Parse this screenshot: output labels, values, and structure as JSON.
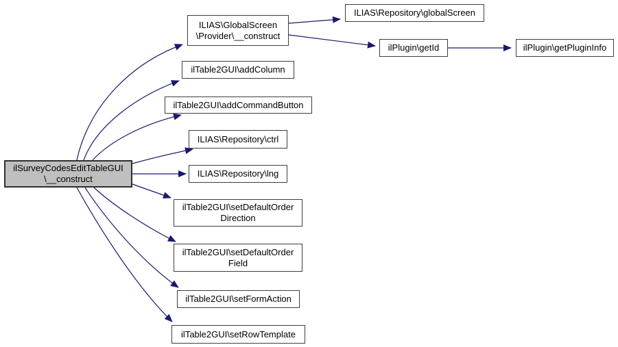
{
  "diagram": {
    "type": "call-graph",
    "colors": {
      "background": "#ffffff",
      "edge": "#191970",
      "node_border": "#3d3d3d",
      "node_fill": "#ffffff",
      "highlighted_node_fill": "#bfbfbf",
      "text": "#000000"
    },
    "nodes": [
      {
        "id": "ilsurveycodesedittablegui-construct",
        "label": "ilSurveyCodesEditTableGUI\\__construct",
        "lines": [
          "ilSurveyCodesEditTableGUI",
          "\\__construct"
        ],
        "highlighted": true
      },
      {
        "id": "ilias-globalscreen-provider-construct",
        "label": "ILIAS\\GlobalScreen\\Provider\\__construct",
        "lines": [
          "ILIAS\\GlobalScreen",
          "\\Provider\\__construct"
        ],
        "highlighted": false
      },
      {
        "id": "ilias-repository-globalscreen",
        "label": "ILIAS\\Repository\\globalScreen",
        "lines": [
          "ILIAS\\Repository\\globalScreen"
        ],
        "highlighted": false
      },
      {
        "id": "ilplugin-getid",
        "label": "ilPlugin\\getId",
        "lines": [
          "ilPlugin\\getId"
        ],
        "highlighted": false
      },
      {
        "id": "ilplugin-getplugininfo",
        "label": "ilPlugin\\getPluginInfo",
        "lines": [
          "ilPlugin\\getPluginInfo"
        ],
        "highlighted": false
      },
      {
        "id": "iltable2gui-addcolumn",
        "label": "ilTable2GUI\\addColumn",
        "lines": [
          "ilTable2GUI\\addColumn"
        ],
        "highlighted": false
      },
      {
        "id": "iltable2gui-addcommandbutton",
        "label": "ilTable2GUI\\addCommandButton",
        "lines": [
          "ilTable2GUI\\addCommandButton"
        ],
        "highlighted": false
      },
      {
        "id": "ilias-repository-ctrl",
        "label": "ILIAS\\Repository\\ctrl",
        "lines": [
          "ILIAS\\Repository\\ctrl"
        ],
        "highlighted": false
      },
      {
        "id": "ilias-repository-lng",
        "label": "ILIAS\\Repository\\lng",
        "lines": [
          "ILIAS\\Repository\\lng"
        ],
        "highlighted": false
      },
      {
        "id": "iltable2gui-setdefaultorderdirection",
        "label": "ilTable2GUI\\setDefaultOrderDirection",
        "lines": [
          "ilTable2GUI\\setDefaultOrder",
          "Direction"
        ],
        "highlighted": false
      },
      {
        "id": "iltable2gui-setdefaultorderfield",
        "label": "ilTable2GUI\\setDefaultOrderField",
        "lines": [
          "ilTable2GUI\\setDefaultOrder",
          "Field"
        ],
        "highlighted": false
      },
      {
        "id": "iltable2gui-setformaction",
        "label": "ilTable2GUI\\setFormAction",
        "lines": [
          "ilTable2GUI\\setFormAction"
        ],
        "highlighted": false
      },
      {
        "id": "iltable2gui-setrowtemplate",
        "label": "ilTable2GUI\\setRowTemplate",
        "lines": [
          "ilTable2GUI\\setRowTemplate"
        ],
        "highlighted": false
      }
    ],
    "edges": [
      {
        "from": "ilsurveycodesedittablegui-construct",
        "to": "ilias-globalscreen-provider-construct"
      },
      {
        "from": "ilsurveycodesedittablegui-construct",
        "to": "iltable2gui-addcolumn"
      },
      {
        "from": "ilsurveycodesedittablegui-construct",
        "to": "iltable2gui-addcommandbutton"
      },
      {
        "from": "ilsurveycodesedittablegui-construct",
        "to": "ilias-repository-ctrl"
      },
      {
        "from": "ilsurveycodesedittablegui-construct",
        "to": "ilias-repository-lng"
      },
      {
        "from": "ilsurveycodesedittablegui-construct",
        "to": "iltable2gui-setdefaultorderdirection"
      },
      {
        "from": "ilsurveycodesedittablegui-construct",
        "to": "iltable2gui-setdefaultorderfield"
      },
      {
        "from": "ilsurveycodesedittablegui-construct",
        "to": "iltable2gui-setformaction"
      },
      {
        "from": "ilsurveycodesedittablegui-construct",
        "to": "iltable2gui-setrowtemplate"
      },
      {
        "from": "ilias-globalscreen-provider-construct",
        "to": "ilias-repository-globalscreen"
      },
      {
        "from": "ilias-globalscreen-provider-construct",
        "to": "ilplugin-getid"
      },
      {
        "from": "ilplugin-getid",
        "to": "ilplugin-getplugininfo"
      }
    ]
  }
}
